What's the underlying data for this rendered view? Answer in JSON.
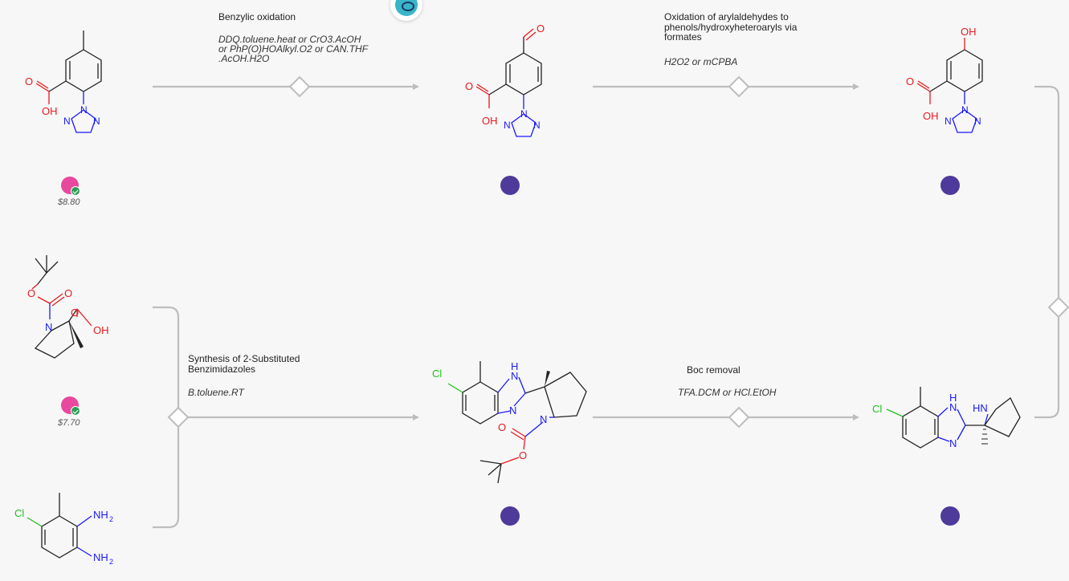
{
  "colors": {
    "background": "#f7f7f7",
    "connector": "#bdbdbd",
    "status_dot": "#4d3a9a",
    "buyable_badge": "#e8489d",
    "buyable_check": "#2e9e57",
    "logo_fill": "#3ab4c8",
    "oxygen": "#e8191f",
    "nitrogen": "#1a1aff",
    "chlorine": "#1ec21e",
    "carbon": "#222222"
  },
  "logo": {
    "icon": "retrosynthesis-tree-icon"
  },
  "reactions": [
    {
      "title": "Benzylic oxidation",
      "conditions": "DDQ.toluene.heat or CrO3.AcOH\nor PhP(O)HOAlkyl.O2 or CAN.THF\n.AcOH.H2O"
    },
    {
      "title": "Oxidation of arylaldehydes to\nphenols/hydroxyheteroaryls via\nformates",
      "conditions": "H2O2 or mCPBA"
    },
    {
      "title": "Synthesis of 2-Substituted\nBenzimidazoles",
      "conditions": "B.toluene.RT"
    },
    {
      "title": "Boc removal",
      "conditions": "TFA.DCM or HCl.EtOH"
    }
  ],
  "molecules": {
    "start_acid": {
      "price": "$8.80",
      "atoms": {
        "o_carbonyl": "O",
        "oh": "OH",
        "n1": "N",
        "n2": "N",
        "n3": "N"
      }
    },
    "aldehyde": {
      "atoms": {
        "o_ald": "O",
        "o_carbonyl": "O",
        "oh": "OH",
        "n1": "N",
        "n2": "N",
        "n3": "N"
      }
    },
    "phenol": {
      "atoms": {
        "oh_ring": "OH",
        "o_carbonyl": "O",
        "oh": "OH",
        "n1": "N",
        "n2": "N",
        "n3": "N"
      }
    },
    "boc_proline": {
      "price": "$7.70",
      "atoms": {
        "o_ester": "O",
        "o_carbonyl": "O",
        "o_acid": "O",
        "oh": "OH",
        "n": "N"
      }
    },
    "diamine": {
      "atoms": {
        "cl": "Cl",
        "nh2_a": "NH",
        "nh2_b": "NH",
        "sub": "2"
      }
    },
    "boc_benzimidazole": {
      "atoms": {
        "cl": "Cl",
        "nh": "N",
        "h": "H",
        "n_ring": "N",
        "n_pyr": "N",
        "o_carbonyl": "O",
        "o_ester": "O"
      }
    },
    "final_product": {
      "atoms": {
        "cl": "Cl",
        "n_h": "N",
        "h": "H",
        "n_ring": "N",
        "hn": "HN"
      }
    }
  }
}
